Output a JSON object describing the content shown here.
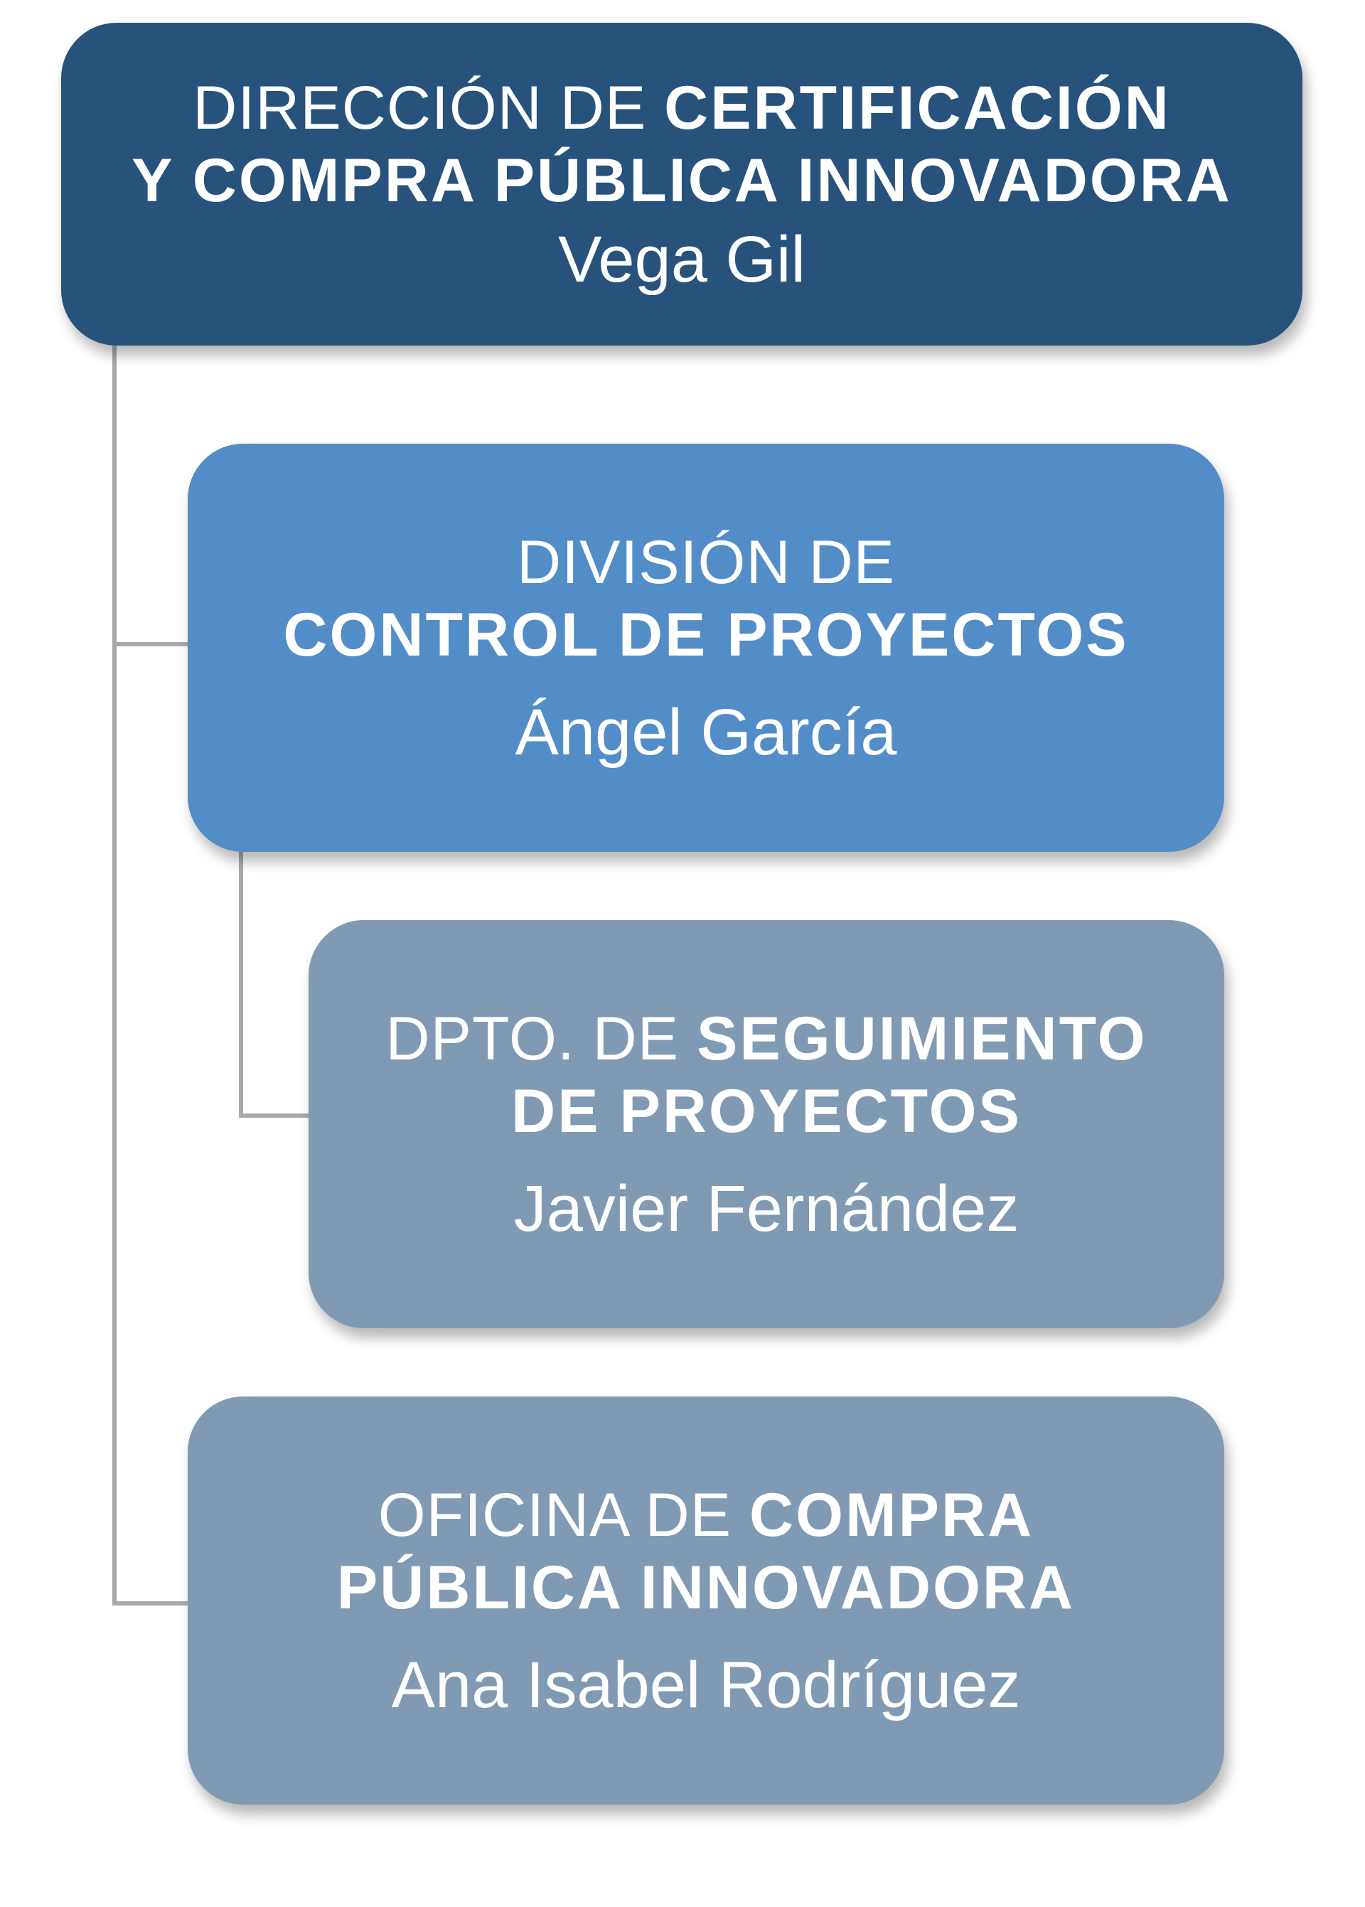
{
  "direccion": {
    "prefix": "DIRECCIÓN DE ",
    "title_bold_1": "CERTIFICACIÓN",
    "title_bold_2": "Y COMPRA PÚBLICA INNOVADORA",
    "person": "Vega Gil",
    "color": "#27527c"
  },
  "division": {
    "prefix": "DIVISIÓN DE",
    "title_bold": "CONTROL DE PROYECTOS",
    "person": "Ángel García",
    "color": "#528dc8"
  },
  "departamento": {
    "prefix": "DPTO. DE ",
    "title_bold_1": "SEGUIMIENTO",
    "title_bold_2": "DE PROYECTOS",
    "person": "Javier Fernández",
    "color": "#809ab4"
  },
  "oficina": {
    "prefix": "OFICINA DE ",
    "title_bold_1": "COMPRA",
    "title_bold_2": "PÚBLICA INNOVADORA",
    "person": "Ana Isabel Rodríguez",
    "color": "#809ab4"
  },
  "connector_color": "#a7a9ac"
}
